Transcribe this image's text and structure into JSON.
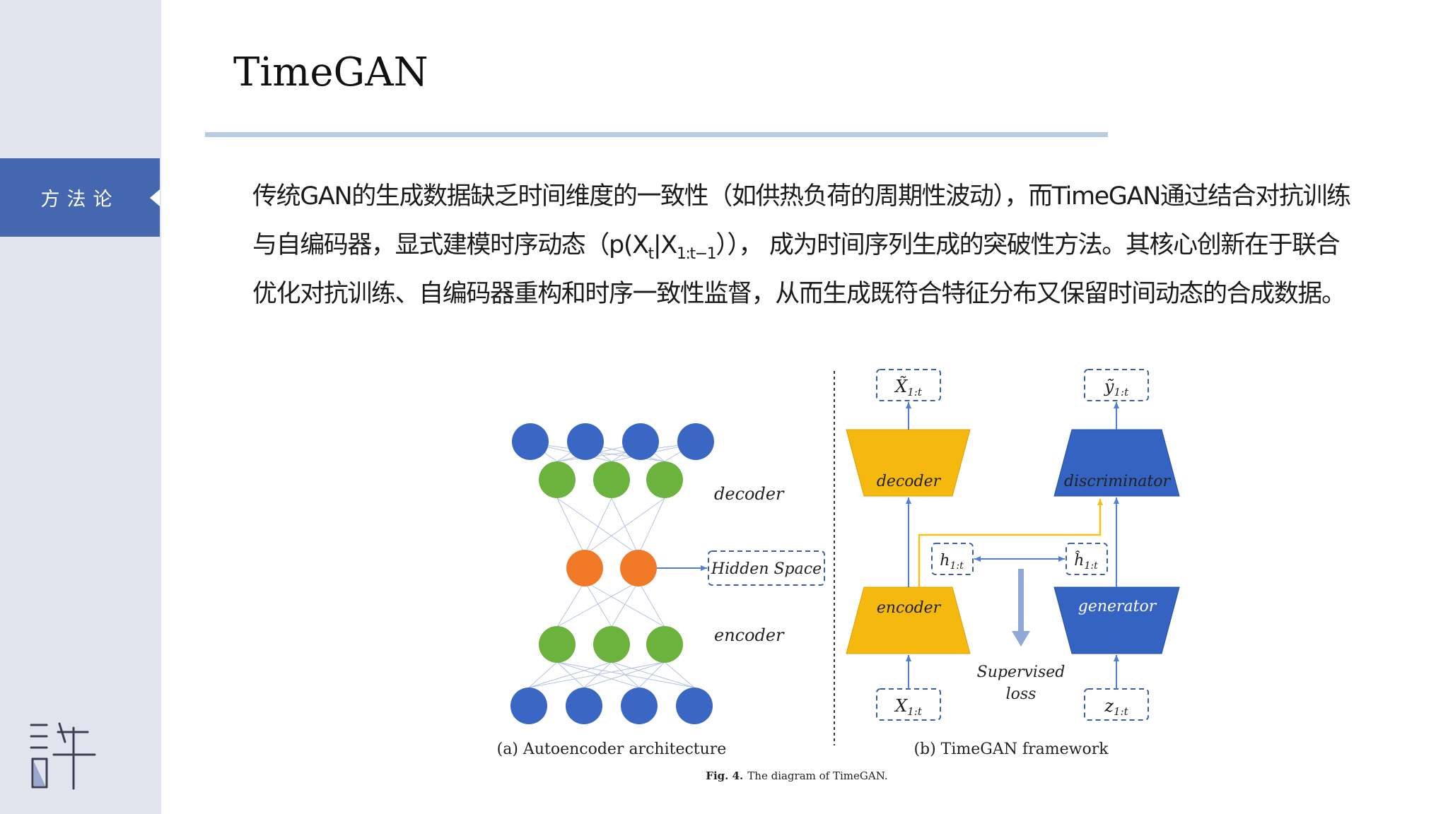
{
  "sidebar": {
    "section_label": "方法论"
  },
  "slide": {
    "title": "TimeGAN"
  },
  "body": {
    "part1": "传统GAN的生成数据缺乏时间维度的一致性（如供热负荷的周期性波动），而TimeGAN通过结合对抗训练与自编码器，显式建模时序动态（p(X",
    "sub_t": "t",
    "mid": "|X",
    "sub_range": "1:t−1",
    "part2": "））， 成为时间序列生成的突破性方法。其核心创新在于联合优化对抗训练、自编码器重构和时序一致性监督，从而生成既符合特征分布又保留时间动态的合成数据。"
  },
  "figure": {
    "left": {
      "decoder_label": "decoder",
      "encoder_label": "encoder",
      "hidden_space_label": "Hidden Space",
      "caption": "(a) Autoencoder architecture"
    },
    "right": {
      "x_tilde_label": "X̃",
      "y_tilde_label": "ỹ",
      "decoder_label": "decoder",
      "discriminator_label": "discriminator",
      "h_label": "h",
      "h_hat_label": "ĥ",
      "encoder_label": "encoder",
      "generator_label": "generator",
      "supervised_label": "Supervised",
      "loss_label": "loss",
      "x_label": "X",
      "z_label": "z",
      "subscript": "1:t",
      "caption": "(b) TimeGAN framework"
    },
    "fig_caption_bold": "Fig. 4.",
    "fig_caption_text": "The diagram of TimeGAN.",
    "colors": {
      "blue_node": "#3a66c4",
      "green_node": "#6cb33e",
      "orange_node": "#f07a28",
      "yellow_block": "#f5b80f",
      "blue_block": "#3563c2",
      "arrow_blue": "#4f7fd0",
      "arrow_yellow": "#f5c018",
      "supervised_arrow": "#8fa8d8"
    }
  }
}
